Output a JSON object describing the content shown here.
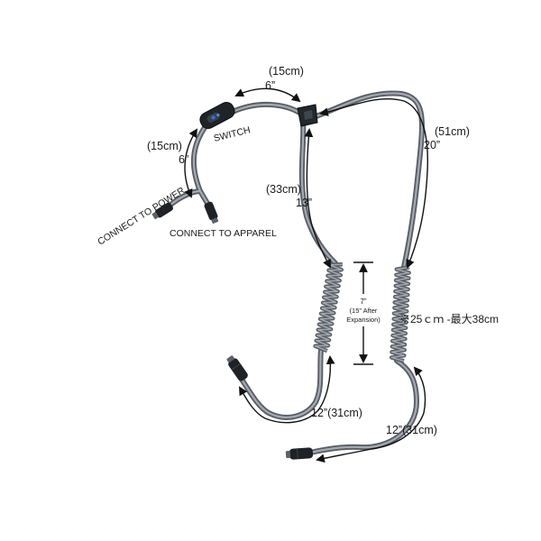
{
  "diagram": {
    "switch_label": "SWITCH",
    "connect_power": "CONNECT TO POWER",
    "connect_apparel": "CONNECT TO APPAREL",
    "dim_switch_to_splitter": {
      "metric": "(15cm)",
      "imperial": "6”"
    },
    "dim_switch_to_connectors": {
      "metric": "(15cm)",
      "imperial": "6”"
    },
    "dim_left_upper": {
      "metric": "(33cm)",
      "imperial": "13”"
    },
    "dim_right_upper": {
      "metric": "(51cm)",
      "imperial": "20”"
    },
    "dim_coil": {
      "line1": "7”",
      "line2": "(15” After",
      "line3": "Expansion)"
    },
    "dim_coil_jp": "※25ｃｍ -最大38cm",
    "dim_left_lower": "12”(31cm)",
    "dim_right_lower": "12”(31cm)"
  },
  "colors": {
    "cable_outer": "#5a5f66",
    "cable_inner": "#8e949b",
    "arrow": "#111111",
    "switch_body": "#1f2428",
    "switch_led": "#2f6fd6"
  }
}
